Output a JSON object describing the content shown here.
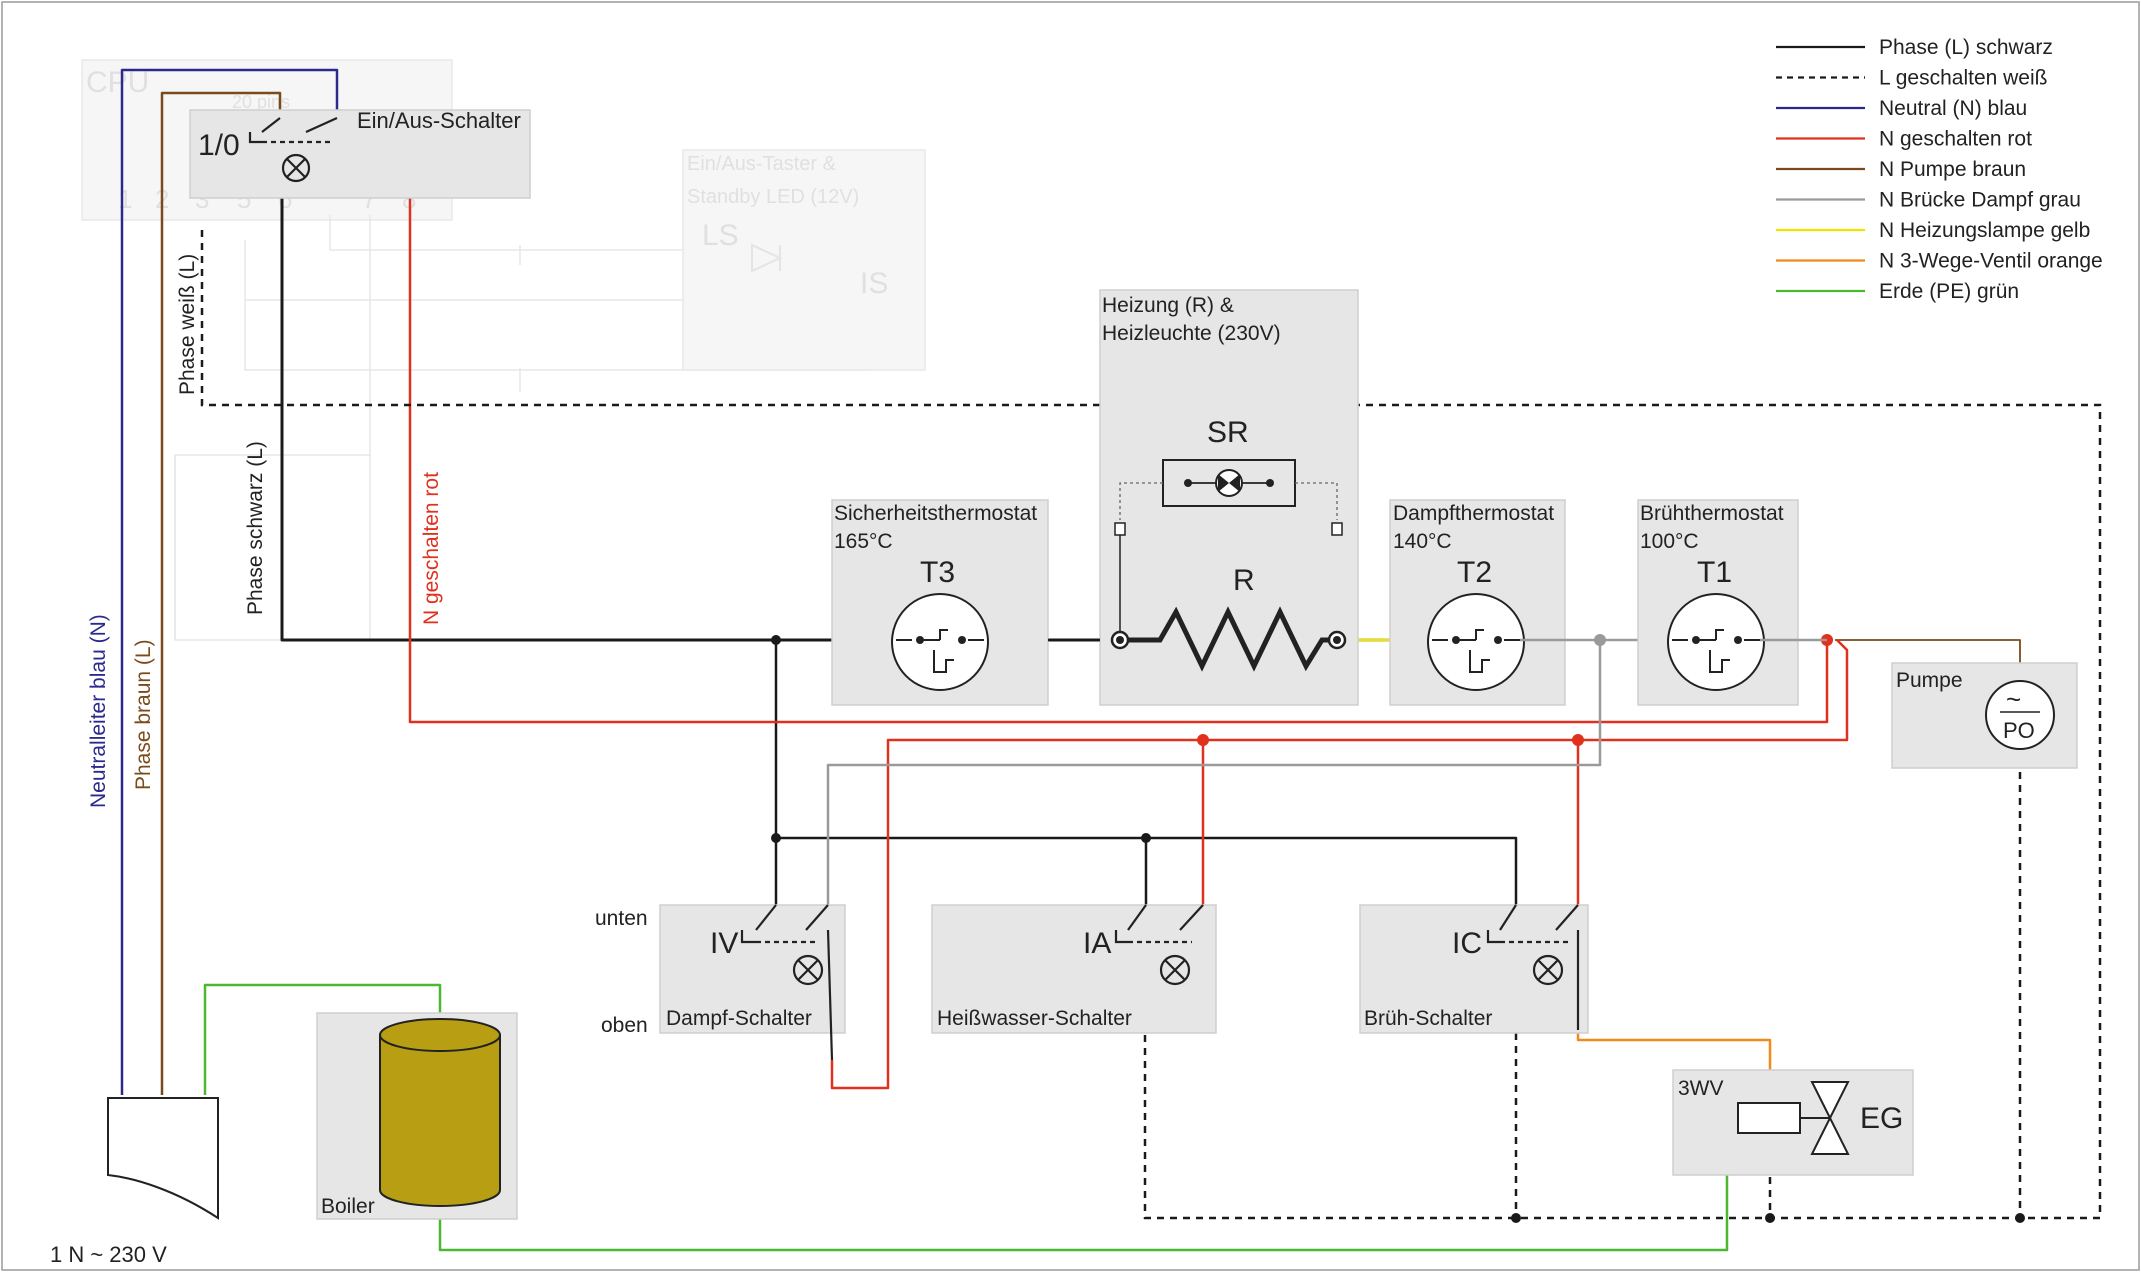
{
  "legend": [
    {
      "label": "Phase (L) schwarz",
      "color": "#1a1a1a",
      "dashed": false
    },
    {
      "label": "L geschalten weiß",
      "color": "#1a1a1a",
      "dashed": true
    },
    {
      "label": "Neutral (N) blau",
      "color": "#2b2a8c",
      "dashed": false
    },
    {
      "label": "N geschalten rot",
      "color": "#e0301e",
      "dashed": false
    },
    {
      "label": "N Pumpe braun",
      "color": "#7a4a1a",
      "dashed": false
    },
    {
      "label": "N Brücke Dampf grau",
      "color": "#9a9a9a",
      "dashed": false
    },
    {
      "label": "N Heizungslampe gelb",
      "color": "#f2e200",
      "dashed": false
    },
    {
      "label": "N 3-Wege-Ventil orange",
      "color": "#f08a1a",
      "dashed": false
    },
    {
      "label": "Erde (PE) grün",
      "color": "#4cb830",
      "dashed": false
    }
  ],
  "power_switch": {
    "symbol": "1/0",
    "label": "Ein/Aus-Schalter"
  },
  "faded": {
    "cpu_label": "CPU",
    "cpu_pins": "20 pins",
    "cpu_numbers": [
      "1",
      "2",
      "3",
      "5",
      "6",
      "7",
      "8"
    ],
    "taster_line1": "Ein/Aus-Taster &",
    "taster_line2": "Standby LED (12V)",
    "ls": "LS",
    "is": "IS"
  },
  "wire_labels": {
    "phase_weiss": "Phase weiß (L)",
    "phase_schwarz": "Phase schwarz (L)",
    "n_geschalten": "N geschalten rot",
    "neutral_blau": "Neutralleiter blau (N)",
    "phase_braun": "Phase braun (L)"
  },
  "heater": {
    "title1": "Heizung (R) &",
    "title2": "Heizleuchte (230V)",
    "lamp": "SR",
    "resistor": "R"
  },
  "t3": {
    "title": "Sicherheitsthermostat",
    "temp": "165°C",
    "id": "T3"
  },
  "t2": {
    "title": "Dampfthermostat",
    "temp": "140°C",
    "id": "T2"
  },
  "t1": {
    "title": "Brühthermostat",
    "temp": "100°C",
    "id": "T1"
  },
  "pump": {
    "label": "Pumpe",
    "symbol_top": "~",
    "symbol": "PO"
  },
  "switches": {
    "steam": {
      "id": "IV",
      "label": "Dampf-Schalter",
      "top": "unten",
      "bottom": "oben"
    },
    "hotwater": {
      "id": "IA",
      "label": "Heißwasser-Schalter"
    },
    "brew": {
      "id": "IC",
      "label": "Brüh-Schalter"
    }
  },
  "valve": {
    "id": "3WV",
    "label": "EG"
  },
  "boiler": {
    "label": "Boiler",
    "color": "#b89e12"
  },
  "supply": {
    "label": "1 N ~ 230 V"
  },
  "colors": {
    "black": "#1a1a1a",
    "blue": "#2b2a8c",
    "red": "#e0301e",
    "brown": "#7a4a1a",
    "grey": "#9a9a9a",
    "yellow": "#f2e200",
    "orange": "#f08a1a",
    "green": "#4cb830"
  }
}
